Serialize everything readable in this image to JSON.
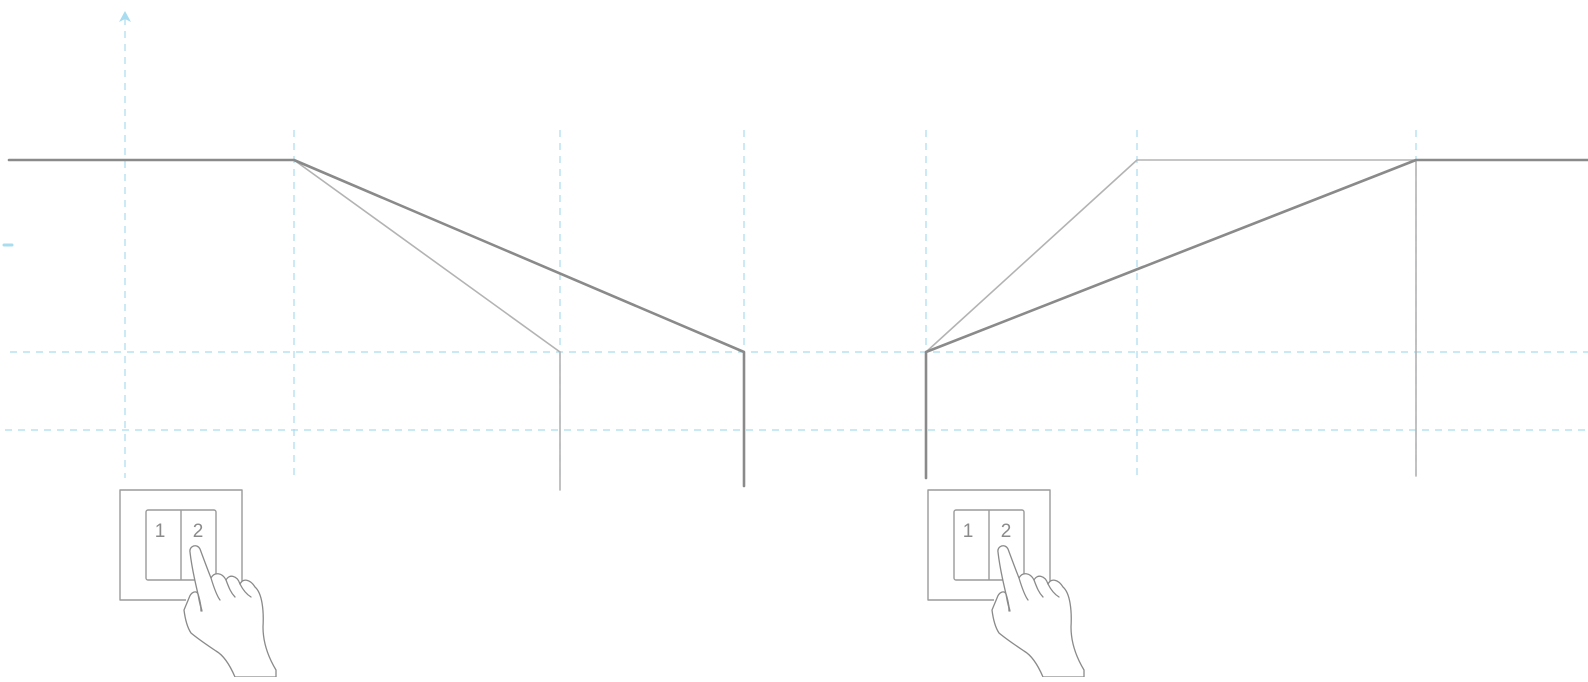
{
  "diagram": {
    "colors": {
      "guide": "#a9dcef",
      "line_dark": "#8a8a8a",
      "line_light": "#b3b3b3",
      "switch_stroke": "#9a9a9a",
      "background": "#ffffff"
    },
    "switches": [
      {
        "button_labels": [
          "1",
          "2"
        ]
      },
      {
        "button_labels": [
          "1",
          "2"
        ]
      }
    ]
  }
}
